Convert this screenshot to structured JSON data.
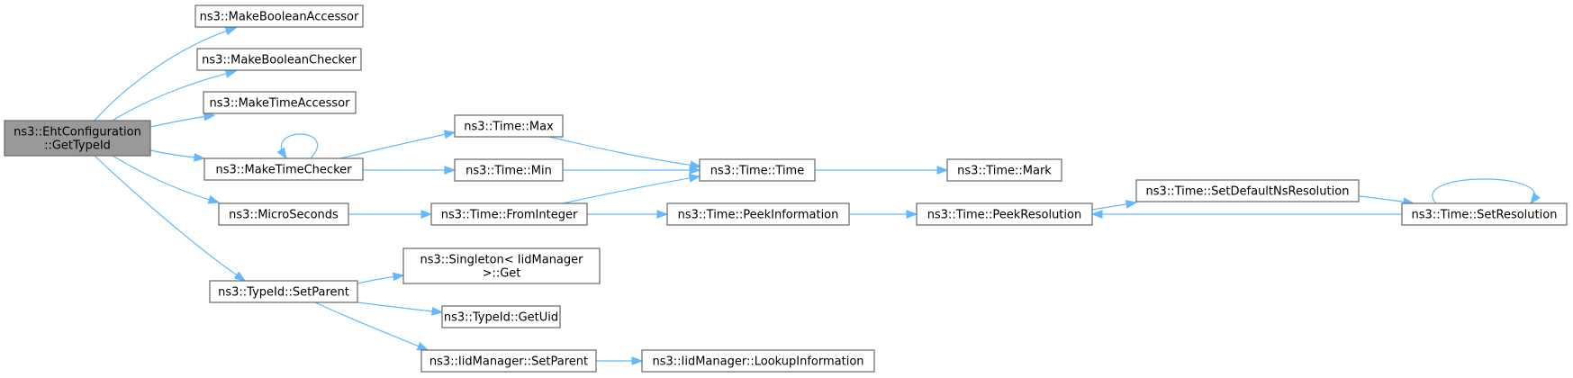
{
  "diagram": {
    "root": {
      "id": "gettypeid",
      "lines": [
        "ns3::EhtConfiguration",
        "::GetTypeId"
      ]
    },
    "nodes": [
      {
        "id": "makeboolacc",
        "lines": [
          "ns3::MakeBooleanAccessor"
        ]
      },
      {
        "id": "makeboolchk",
        "lines": [
          "ns3::MakeBooleanChecker"
        ]
      },
      {
        "id": "maketimeacc",
        "lines": [
          "ns3::MakeTimeAccessor"
        ]
      },
      {
        "id": "maketimechk",
        "lines": [
          "ns3::MakeTimeChecker"
        ]
      },
      {
        "id": "microseconds",
        "lines": [
          "ns3::MicroSeconds"
        ]
      },
      {
        "id": "typeidsetparent",
        "lines": [
          "ns3::TypeId::SetParent"
        ]
      },
      {
        "id": "timemax",
        "lines": [
          "ns3::Time::Max"
        ]
      },
      {
        "id": "timemin",
        "lines": [
          "ns3::Time::Min"
        ]
      },
      {
        "id": "fromint",
        "lines": [
          "ns3::Time::FromInteger"
        ]
      },
      {
        "id": "singletonget",
        "lines": [
          "ns3::Singleton< IidManager",
          ">::Get"
        ]
      },
      {
        "id": "getuid",
        "lines": [
          "ns3::TypeId::GetUid"
        ]
      },
      {
        "id": "iidsetparent",
        "lines": [
          "ns3::IidManager::SetParent"
        ]
      },
      {
        "id": "timetime",
        "lines": [
          "ns3::Time::Time"
        ]
      },
      {
        "id": "peekinfo",
        "lines": [
          "ns3::Time::PeekInformation"
        ]
      },
      {
        "id": "lookupinfo",
        "lines": [
          "ns3::IidManager::LookupInformation"
        ]
      },
      {
        "id": "timemark",
        "lines": [
          "ns3::Time::Mark"
        ]
      },
      {
        "id": "peekres",
        "lines": [
          "ns3::Time::PeekResolution"
        ]
      },
      {
        "id": "setdefaultns",
        "lines": [
          "ns3::Time::SetDefaultNsResolution"
        ]
      },
      {
        "id": "setres",
        "lines": [
          "ns3::Time::SetResolution"
        ]
      }
    ],
    "edges": [
      {
        "from": "gettypeid",
        "to": "makeboolacc"
      },
      {
        "from": "gettypeid",
        "to": "makeboolchk"
      },
      {
        "from": "gettypeid",
        "to": "maketimeacc"
      },
      {
        "from": "gettypeid",
        "to": "maketimechk"
      },
      {
        "from": "gettypeid",
        "to": "microseconds"
      },
      {
        "from": "gettypeid",
        "to": "typeidsetparent"
      },
      {
        "from": "maketimechk",
        "to": "maketimechk"
      },
      {
        "from": "maketimechk",
        "to": "timemax"
      },
      {
        "from": "maketimechk",
        "to": "timemin"
      },
      {
        "from": "timemax",
        "to": "timetime"
      },
      {
        "from": "timemin",
        "to": "timetime"
      },
      {
        "from": "timetime",
        "to": "timemark"
      },
      {
        "from": "microseconds",
        "to": "fromint"
      },
      {
        "from": "fromint",
        "to": "timetime"
      },
      {
        "from": "fromint",
        "to": "peekinfo"
      },
      {
        "from": "peekinfo",
        "to": "peekres"
      },
      {
        "from": "peekres",
        "to": "setdefaultns"
      },
      {
        "from": "setdefaultns",
        "to": "setres"
      },
      {
        "from": "setres",
        "to": "peekres"
      },
      {
        "from": "setres",
        "to": "setres"
      },
      {
        "from": "typeidsetparent",
        "to": "singletonget"
      },
      {
        "from": "typeidsetparent",
        "to": "getuid"
      },
      {
        "from": "typeidsetparent",
        "to": "iidsetparent"
      },
      {
        "from": "iidsetparent",
        "to": "lookupinfo"
      }
    ],
    "colors": {
      "edge": "#63b8ff",
      "root_fill": "#999999",
      "node_border": "#666666"
    }
  }
}
